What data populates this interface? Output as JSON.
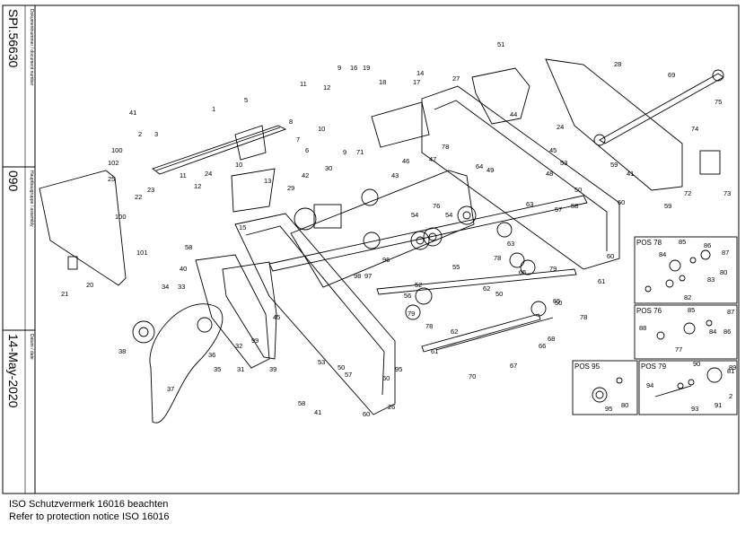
{
  "title_block": {
    "document_number_label": "Dokumentnummer / document number",
    "document_number": "SPI.56630",
    "main_group_label": "Hauptbaugruppe / assembly",
    "main_group": "090",
    "date_label": "Datum / date",
    "date": "14-May-2020"
  },
  "notice": {
    "line1": "ISO Schutzvermerk 16016 beachten",
    "line2": "Refer to protection notice ISO 16016"
  },
  "insets": {
    "pos78": "POS 78",
    "pos76": "POS 76",
    "pos95": "POS 95",
    "pos79": "POS 79"
  },
  "callouts": [
    "1",
    "2",
    "3",
    "5",
    "6",
    "7",
    "8",
    "9",
    "9",
    "10",
    "10",
    "11",
    "11",
    "12",
    "12",
    "13",
    "14",
    "15",
    "16",
    "17",
    "18",
    "19",
    "20",
    "21",
    "22",
    "23",
    "24",
    "24",
    "25",
    "26",
    "27",
    "28",
    "29",
    "30",
    "31",
    "32",
    "33",
    "34",
    "35",
    "36",
    "37",
    "38",
    "39",
    "40",
    "41",
    "41",
    "41",
    "42",
    "43",
    "44",
    "45",
    "45",
    "46",
    "47",
    "48",
    "49",
    "50",
    "50",
    "50",
    "50",
    "51",
    "52",
    "53",
    "53",
    "54",
    "54",
    "55",
    "56",
    "57",
    "57",
    "58",
    "58",
    "58",
    "59",
    "59",
    "60",
    "60",
    "60",
    "60",
    "61",
    "61",
    "62",
    "62",
    "63",
    "63",
    "64",
    "65",
    "65",
    "66",
    "67",
    "68",
    "69",
    "70",
    "71",
    "72",
    "73",
    "74",
    "75",
    "76",
    "78",
    "78",
    "78",
    "78",
    "79",
    "79",
    "95",
    "96",
    "97",
    "98",
    "99",
    "100",
    "100",
    "101",
    "102",
    "80",
    "81",
    "82",
    "83",
    "84",
    "84",
    "85",
    "85",
    "86",
    "86",
    "87",
    "87",
    "88",
    "77",
    "90",
    "89",
    "2",
    "91",
    "93",
    "94",
    "95",
    "80"
  ]
}
